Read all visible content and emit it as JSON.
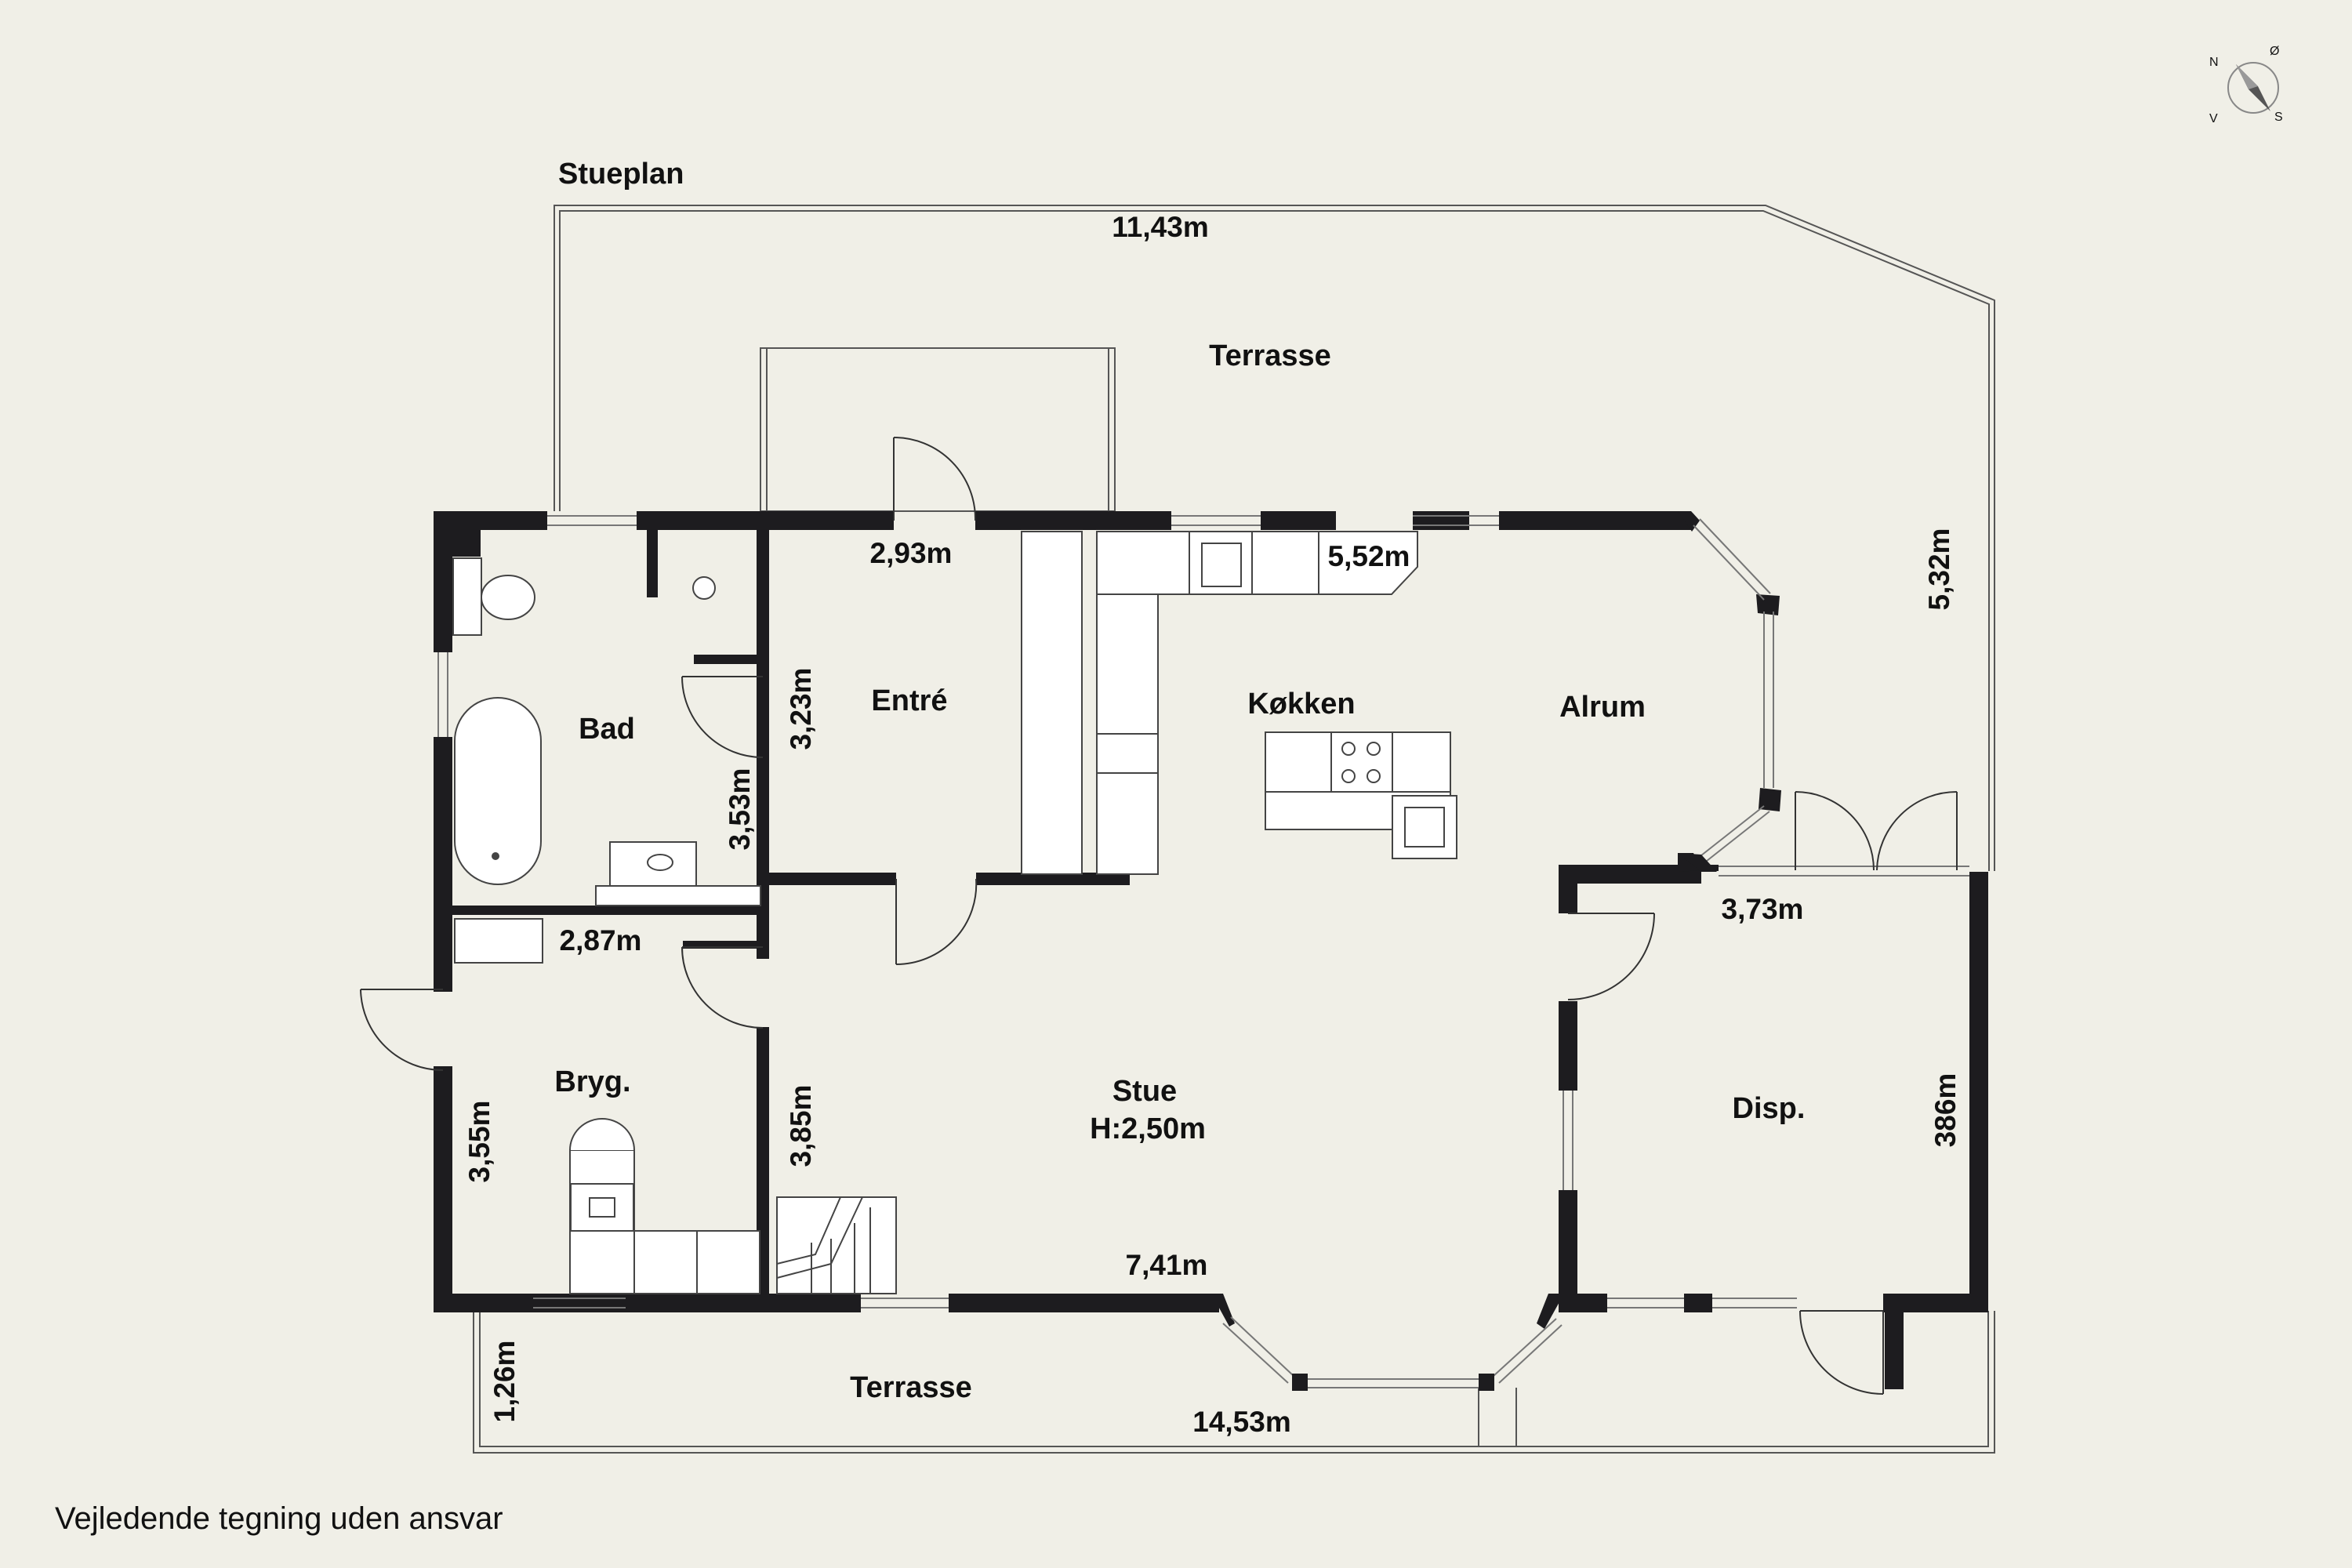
{
  "plan": {
    "floor_title": "Stueplan",
    "disclaimer": "Vejledende tegning uden ansvar",
    "compass": {
      "n": "N",
      "e": "Ø",
      "s": "S",
      "w": "V"
    }
  },
  "rooms": {
    "terrace_top": "Terrasse",
    "bath": "Bad",
    "entry": "Entré",
    "kitchen": "Køkken",
    "sunroom": "Alrum",
    "utility": "Bryg.",
    "living": "Stue",
    "living_height": "H:2,50m",
    "pantry": "Disp.",
    "terrace_bottom": "Terrasse"
  },
  "dimensions": {
    "terrace_width": "11,43m",
    "terrace_depth": "5,32m",
    "entry_width": "2,93m",
    "entry_depth": "3,23m",
    "kitchen_width": "5,52m",
    "bath_depth": "3,53m",
    "utility_width": "2,87m",
    "utility_depth": "3,55m",
    "living_depth": "3,85m",
    "living_width": "7,41m",
    "pantry_width": "3,73m",
    "pantry_depth": "386m",
    "bottom_terrace_depth": "1,26m",
    "bottom_terrace_width": "14,53m"
  }
}
